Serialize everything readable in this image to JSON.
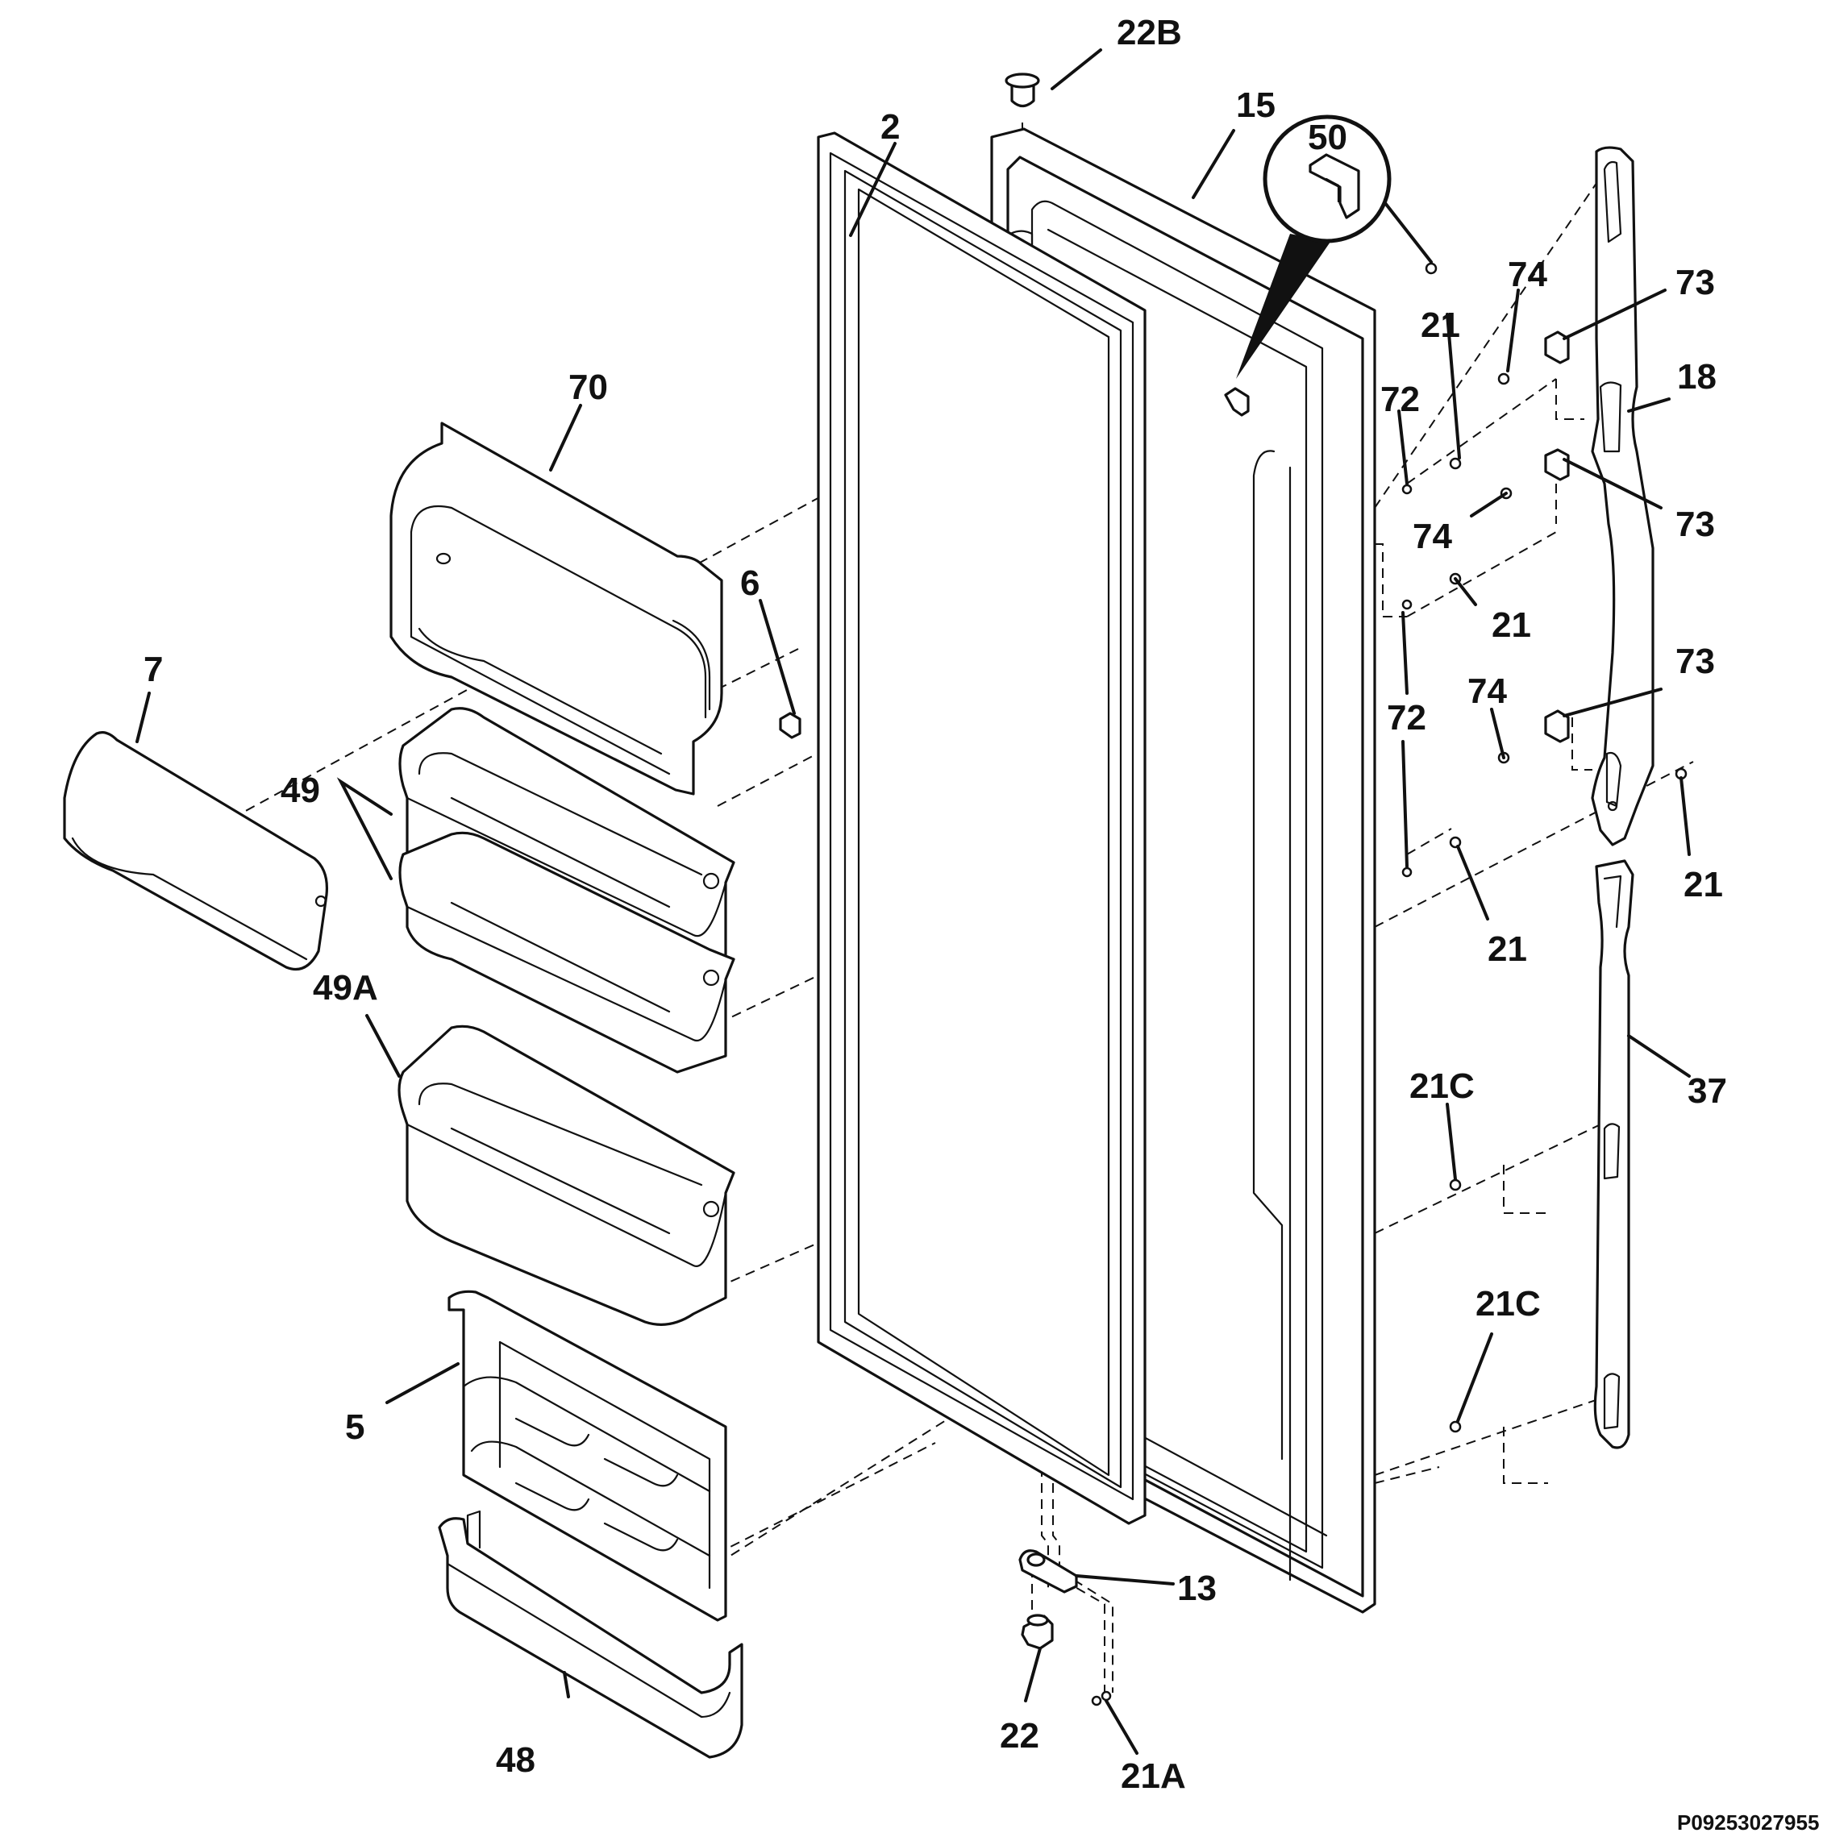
{
  "diagram": {
    "part_labels": {
      "p22B": "22B",
      "p15": "15",
      "p50": "50",
      "p2": "2",
      "p70": "70",
      "p6": "6",
      "p7": "7",
      "p49": "49",
      "p49A": "49A",
      "p5": "5",
      "p48": "48",
      "p13": "13",
      "p22": "22",
      "p21A": "21A",
      "p74a": "74",
      "p73a": "73",
      "p21a": "21",
      "p18": "18",
      "p72a": "72",
      "p74b": "74",
      "p73b": "73",
      "p21b": "21",
      "p74c": "74",
      "p73c": "73",
      "p72b": "72",
      "p21c": "21",
      "p21d": "21",
      "p37": "37",
      "p21Ca": "21C",
      "p21Cb": "21C"
    },
    "drawing_code": "P09253027955"
  }
}
